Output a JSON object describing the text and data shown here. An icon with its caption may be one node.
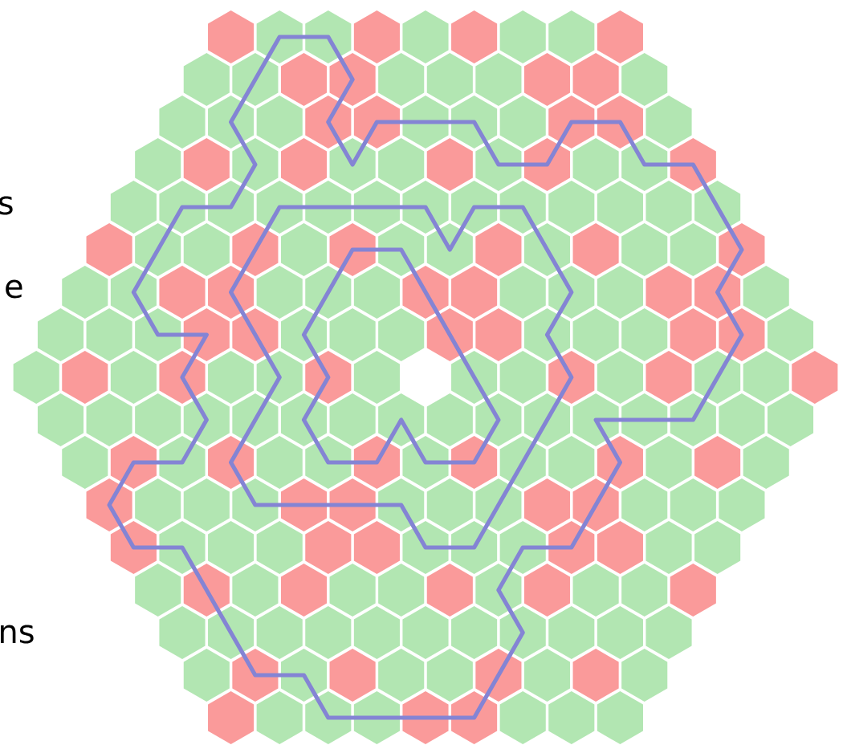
{
  "diagram": {
    "labels": [
      "s",
      "e",
      "ns"
    ]
  }
}
